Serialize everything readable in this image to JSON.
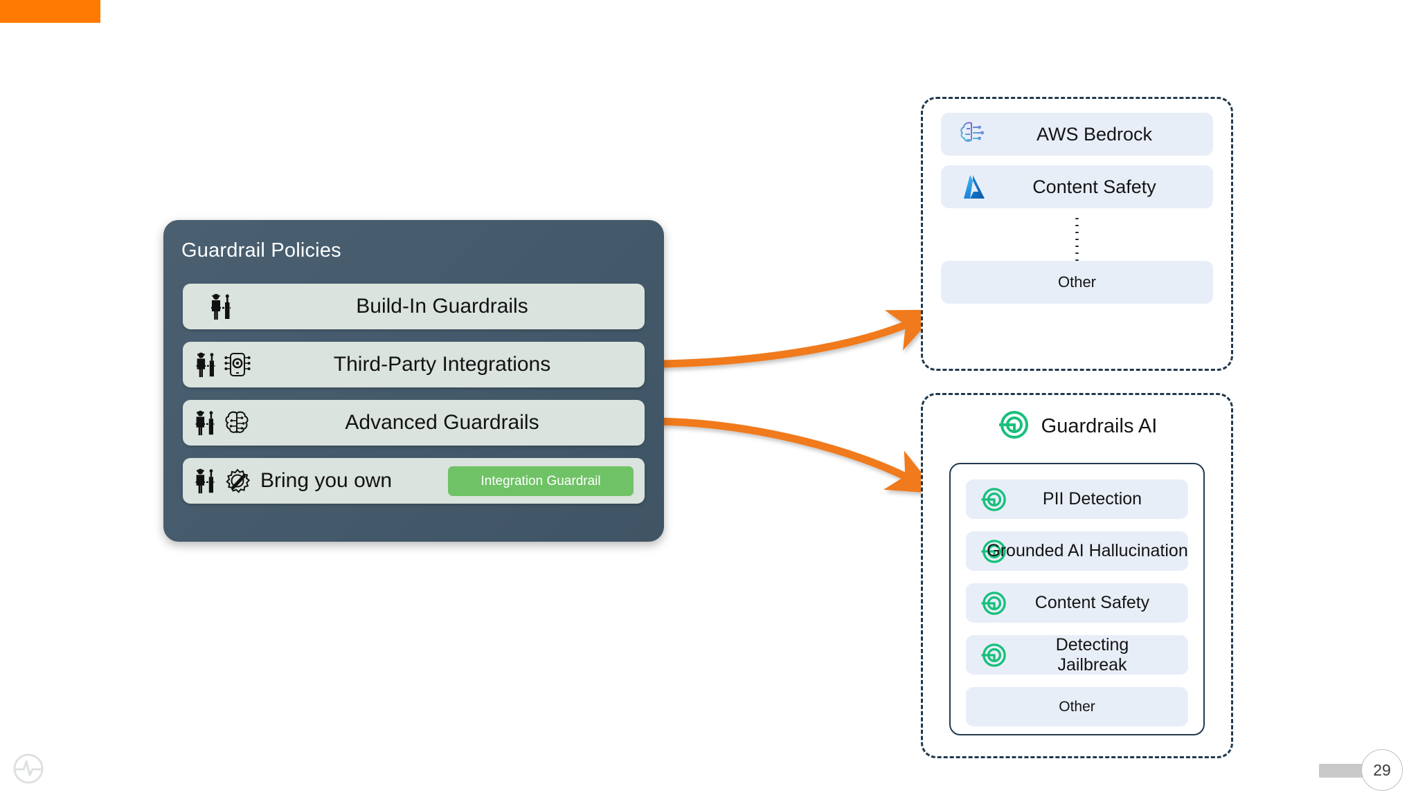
{
  "slide": {
    "page_number": "29",
    "accent_color": "#FF7A00",
    "logo_icon": "pulse-circle-logo"
  },
  "policy_card": {
    "title": "Guardrail Policies",
    "background_color": "#445A6B",
    "row_background_color": "#DAE3DD",
    "rows": [
      {
        "label": "Build-In Guardrails",
        "icons": [
          "person-podium-icon"
        ]
      },
      {
        "label": "Third-Party Integrations",
        "icons": [
          "person-podium-icon",
          "chip-gear-icon"
        ]
      },
      {
        "label": "Advanced Guardrails",
        "icons": [
          "person-podium-icon",
          "brain-circuit-icon"
        ]
      },
      {
        "label": "Bring you own",
        "icons": [
          "person-podium-icon",
          "gear-pencil-icon"
        ],
        "badge": {
          "label": "Integration Guardrail",
          "color": "#6FC266"
        }
      }
    ]
  },
  "third_party_box": {
    "tiles": [
      {
        "label": "AWS Bedrock",
        "icon": "aws-bedrock-brain-icon"
      },
      {
        "label": "Content Safety",
        "icon": "azure-logo-icon"
      }
    ],
    "separator": "vertical-dots",
    "other_label": "Other"
  },
  "guardrails_box": {
    "header": {
      "title": "Guardrails AI",
      "icon": "guardrails-ai-logo",
      "color": "#17C07B"
    },
    "tiles": [
      {
        "label": "PII Detection",
        "icon": "guardrails-ai-logo"
      },
      {
        "label": "Grounded AI Hallucination",
        "icon": "guardrails-ai-logo"
      },
      {
        "label": "Content Safety",
        "icon": "guardrails-ai-logo"
      },
      {
        "label": "Detecting Jailbreak",
        "icon": "guardrails-ai-logo"
      }
    ],
    "other_label": "Other"
  },
  "connectors": [
    {
      "name": "third-party-to-providers",
      "color": "#F07A1A"
    },
    {
      "name": "advanced-to-guardrails-ai",
      "color": "#F07A1A"
    }
  ]
}
